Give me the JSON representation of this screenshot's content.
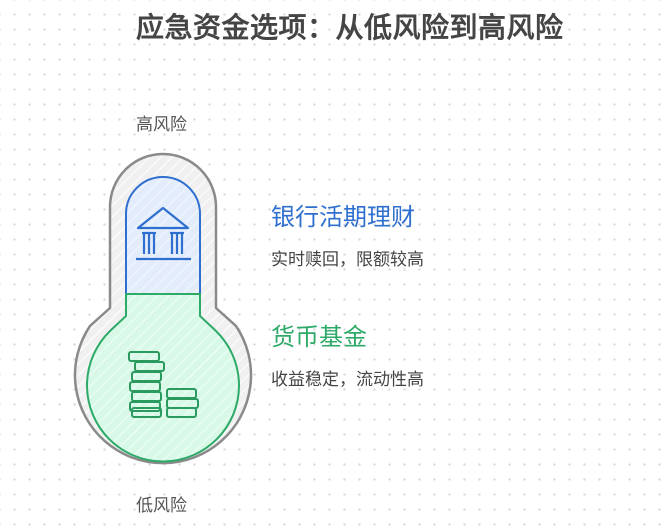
{
  "title": "应急资金选项：从低风险到高风险",
  "scale": {
    "top_label": "高风险",
    "bottom_label": "低风险"
  },
  "items": [
    {
      "name": "银行活期理财",
      "description": "实时赎回，限额较高",
      "icon": "bank-icon",
      "color": "#2f6fcf",
      "fill": "#e3edfb"
    },
    {
      "name": "货币基金",
      "description": "收益稳定，流动性高",
      "icon": "coins-icon",
      "color": "#2daa68",
      "fill": "#dcfaea"
    }
  ],
  "colors": {
    "outline": "#8a8a8a",
    "outer_fill": "#efefef"
  }
}
